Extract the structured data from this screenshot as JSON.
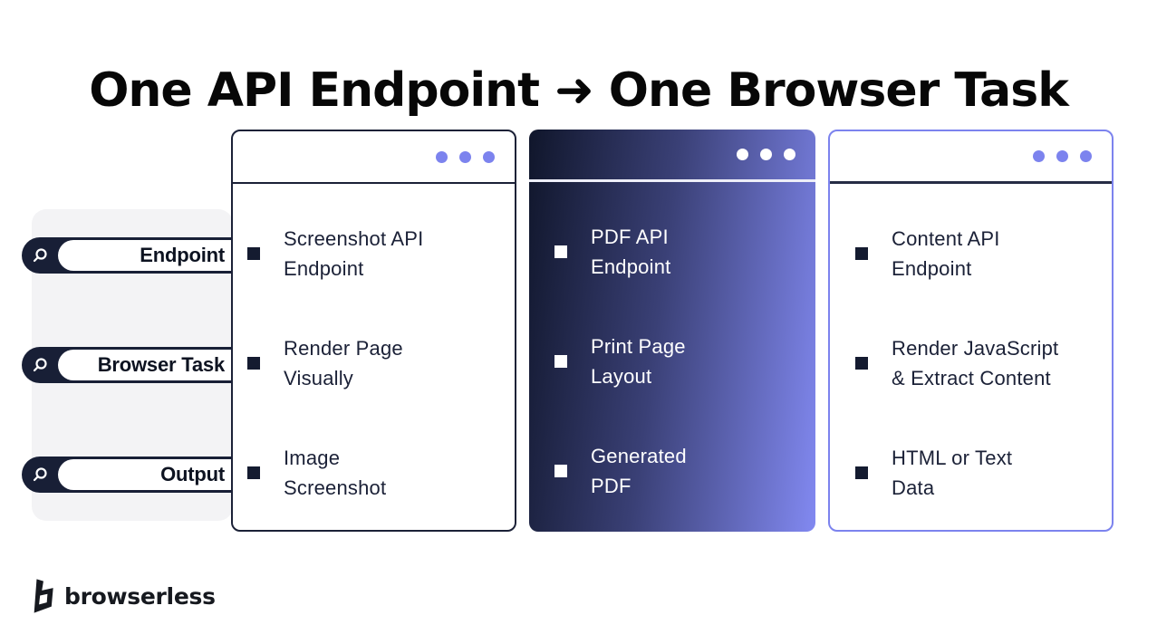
{
  "title": "One API Endpoint ➜ One Browser Task",
  "sidebar": {
    "pills": [
      {
        "label": "Endpoint",
        "icon": "magnifier-icon"
      },
      {
        "label": "Browser Task",
        "icon": "magnifier-icon"
      },
      {
        "label": "Output",
        "icon": "magnifier-icon"
      }
    ]
  },
  "cards": [
    {
      "name": "screenshot-api-card",
      "theme": "light",
      "window_dots": 3,
      "items": [
        {
          "text": "Screenshot API\nEndpoint"
        },
        {
          "text": "Render Page\nVisually"
        },
        {
          "text": "Image\nScreenshot"
        }
      ]
    },
    {
      "name": "pdf-api-card",
      "theme": "gradient",
      "window_dots": 3,
      "items": [
        {
          "text": "PDF API\nEndpoint"
        },
        {
          "text": "Print Page\nLayout"
        },
        {
          "text": "Generated\nPDF"
        }
      ]
    },
    {
      "name": "content-api-card",
      "theme": "outline",
      "window_dots": 3,
      "items": [
        {
          "text": "Content API\nEndpoint"
        },
        {
          "text": "Render JavaScript\n& Extract Content"
        },
        {
          "text": "HTML or Text\nData"
        }
      ]
    }
  ],
  "footer": {
    "logo_text": "browserless"
  },
  "colors": {
    "navy": "#1B2137",
    "periwinkle": "#7C83EE",
    "panel_gray": "#F3F3F5",
    "gradient_start": "#10162B",
    "gradient_end": "#8289F1"
  }
}
